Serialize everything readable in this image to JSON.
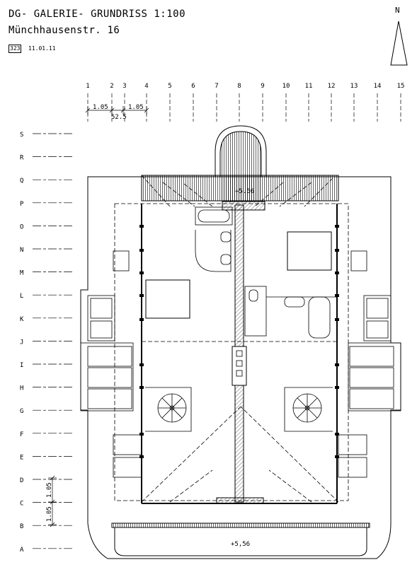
{
  "header": {
    "title": "DG- GALERIE- GRUNDRISS  1:100",
    "address": "Münchhausenstr. 16",
    "sheet_number": "323",
    "date": "11.01.11",
    "north_label": "N"
  },
  "grid": {
    "columns": [
      "1",
      "2",
      "3",
      "4",
      "5",
      "6",
      "7",
      "8",
      "9",
      "10",
      "11",
      "12",
      "13",
      "14",
      "15"
    ],
    "rows": [
      "S",
      "R",
      "Q",
      "P",
      "O",
      "N",
      "M",
      "L",
      "K",
      "J",
      "I",
      "H",
      "G",
      "F",
      "E",
      "D",
      "C",
      "B",
      "A"
    ]
  },
  "dimensions": {
    "top_left": "1.05",
    "top_mid": "52.5",
    "top_right": "1.05",
    "side_upper": "1.05",
    "side_lower": "1.05"
  },
  "levels": {
    "upper": "+5.56",
    "lower": "+5,56"
  }
}
